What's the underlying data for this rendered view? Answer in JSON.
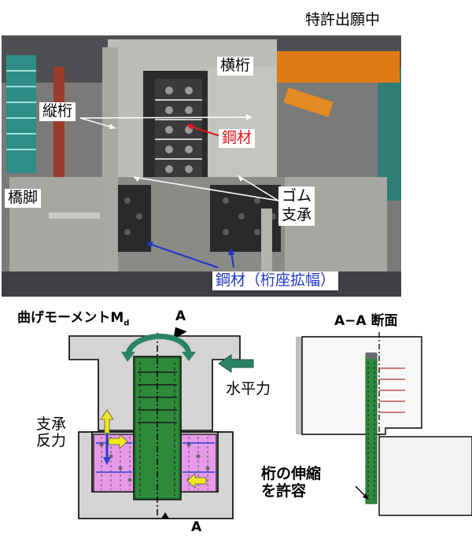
{
  "header": {
    "patent_pending": "特許出願中"
  },
  "photo": {
    "labels": {
      "cross_beam": "横桁",
      "longitudinal_girder": "縦桁",
      "steel_red": "鋼材",
      "pier": "橋脚",
      "rubber_bearing_line1": "ゴム",
      "rubber_bearing_line2": "支承",
      "steel_seat_widening": "鋼材（桁座拡幅）"
    },
    "colors": {
      "red_label": "#e0191e",
      "blue_label": "#1f35c9"
    }
  },
  "left_diagram": {
    "title_main": "曲げモーメントM",
    "title_subscript": "d",
    "section_marker_top": "A",
    "section_marker_bottom": "A",
    "horizontal_force": "水平力",
    "reaction_line1": "支承",
    "reaction_line2": "反力",
    "colors": {
      "concrete": "#d4d4d4",
      "steel": "#2e8b3c",
      "rubber": "#e79ae9",
      "arrow_yellow": "#f2e81a",
      "arrow_blue": "#2c3fd0",
      "arrow_teal": "#2b8366"
    }
  },
  "right_diagram": {
    "title": "A−A 断面",
    "girder_line1": "桁の伸縮",
    "girder_line2": "を許容"
  }
}
